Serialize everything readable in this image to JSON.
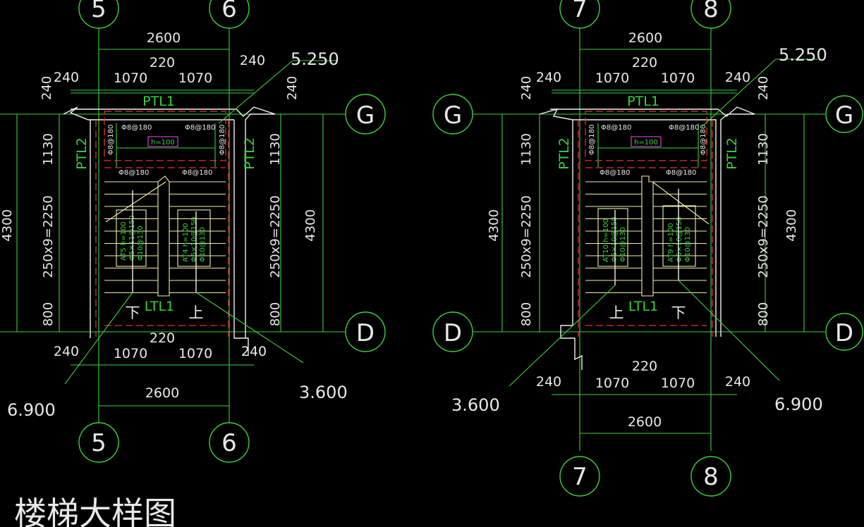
{
  "title": "楼梯大样图",
  "colors": {
    "background": "#000000",
    "dimension": "#37d437",
    "wall": "#f0f0f0",
    "beam": "#e53030",
    "step": "#f0efaa",
    "text": "#e8e8e8"
  },
  "left": {
    "axis_top": [
      "5",
      "6"
    ],
    "axis_bottom": [
      "5",
      "6"
    ],
    "axis_left_top": "",
    "axis_right_top": "G",
    "axis_right_bottom": "D",
    "dim_top_total": "2600",
    "dim_top_mid": "220",
    "dim_top_240a": "240",
    "dim_top_240b": "240",
    "dim_top_1070a": "1070",
    "dim_top_1070b": "1070",
    "dim_bot_220": "220",
    "dim_bot_240a": "240",
    "dim_bot_240b": "240",
    "dim_bot_1070a": "1070",
    "dim_bot_1070b": "1070",
    "dim_bot_total": "2600",
    "v_240a": "240",
    "v_240b": "240",
    "v_1130a": "1130",
    "v_1130b": "1130",
    "v_4300a": "4300",
    "v_4300b": "4300",
    "v_flight_a": "250x9=2250",
    "v_flight_b": "250x9=2250",
    "v_800a": "800",
    "v_800b": "800",
    "ptl1": "PTL1",
    "ptl2a": "PTL2",
    "ptl2b": "PTL2",
    "ltl1": "LTL1",
    "h100": "h=100",
    "reb1": "Φ8@180",
    "reb2": "Φ8@180",
    "reb3": "Φ8@180",
    "reb4": "Φ8@180",
    "reb5": "Φ8@180",
    "reb6": "Φ8@180",
    "at_a": "AT5 h=100",
    "at_a2": "Φ5×11@150",
    "at_a3": "Φ10@130",
    "at_b": "AT4 h=100",
    "at_b2": "Φ5×10@150",
    "at_b3": "Φ10@130",
    "down": "下",
    "up": "上",
    "elev_top": "5.250",
    "elev_bl": "6.900",
    "elev_br": "3.600"
  },
  "right": {
    "axis_top": [
      "7",
      "8"
    ],
    "axis_bottom": [
      "7",
      "8"
    ],
    "axis_left_top": "G",
    "axis_left_bottom": "D",
    "axis_right_top": "G",
    "axis_right_bottom": "D",
    "dim_top_total": "2600",
    "dim_top_mid": "220",
    "dim_top_240a": "240",
    "dim_top_240b": "240",
    "dim_top_1070a": "1070",
    "dim_top_1070b": "1070",
    "dim_bot_220": "220",
    "dim_bot_240a": "240",
    "dim_bot_240b": "240",
    "dim_bot_1070a": "1070",
    "dim_bot_1070b": "1070",
    "dim_bot_total": "2600",
    "v_240a": "240",
    "v_240b": "240",
    "v_1130a": "1130",
    "v_1130b": "1130",
    "v_4300a": "4300",
    "v_4300b": "4300",
    "v_flight_a": "250x9=2250",
    "v_flight_b": "250x9=2250",
    "v_800a": "800",
    "v_800b": "800",
    "ptl1": "PTL1",
    "ptl2a": "PTL2",
    "ptl2b": "PTL2",
    "ltl1": "LTL1",
    "h100": "h=100",
    "reb1": "Φ8@180",
    "reb2": "Φ8@180",
    "reb3": "Φ8@180",
    "reb4": "Φ8@180",
    "reb5": "Φ8@180",
    "reb6": "Φ8@180",
    "at_a": "AT10 h=100",
    "at_a2": "Φ5×10@150",
    "at_a3": "Φ10@130",
    "at_b": "AT9 h=100",
    "at_b2": "Φ5×10@150",
    "at_b3": "Φ10@130",
    "up": "上",
    "down": "下",
    "elev_top": "5.250",
    "elev_bl": "3.600",
    "elev_br": "6.900"
  }
}
